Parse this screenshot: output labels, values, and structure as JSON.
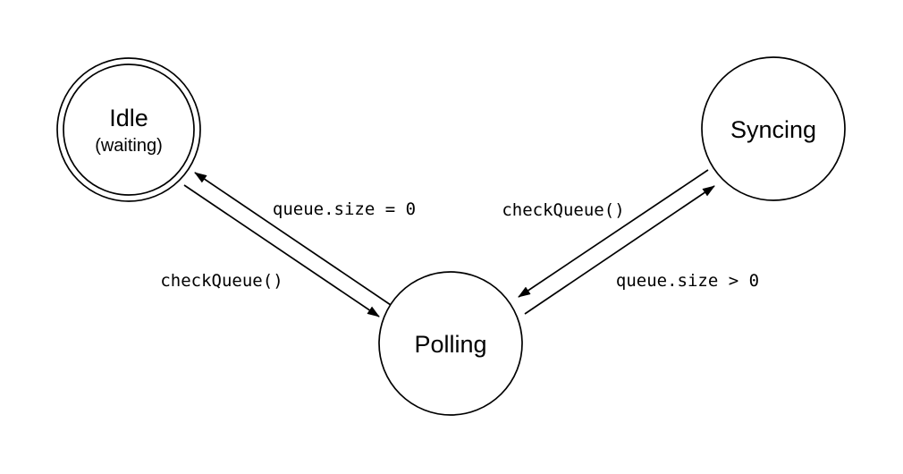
{
  "diagram": {
    "type": "state-machine",
    "colors": {
      "background": "#ffffff",
      "stroke": "#000000",
      "text": "#000000"
    },
    "nodes": [
      {
        "id": "idle",
        "label": "Idle",
        "sublabel": "(waiting)",
        "shape": "double-circle"
      },
      {
        "id": "syncing",
        "label": "Syncing",
        "shape": "circle"
      },
      {
        "id": "polling",
        "label": "Polling",
        "shape": "circle"
      }
    ],
    "edges": [
      {
        "from": "polling",
        "to": "idle",
        "label": "queue.size = 0"
      },
      {
        "from": "idle",
        "to": "polling",
        "label": "checkQueue()"
      },
      {
        "from": "syncing",
        "to": "polling",
        "label": "checkQueue()"
      },
      {
        "from": "polling",
        "to": "syncing",
        "label": "queue.size > 0"
      }
    ]
  }
}
